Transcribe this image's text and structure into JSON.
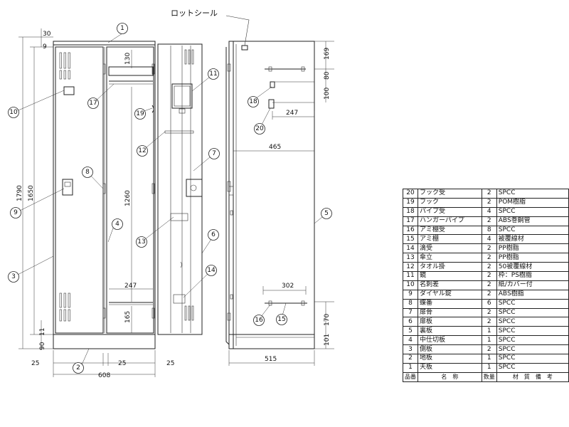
{
  "drawing": {
    "seal_label": "ロットシール",
    "front_dims": {
      "h_total": "1790",
      "h_body": "1650",
      "top_30": "30",
      "top_9": "9",
      "bottom_11": "11",
      "bottom_90": "90",
      "shelf_130": "130",
      "door_1260": "1260",
      "rail_247": "247",
      "bottom_165": "165",
      "w_25_left": "25",
      "w_25_mid": "25",
      "w_25_right": "25",
      "w_total": "608"
    },
    "side_dims": {
      "top_169": "169",
      "dim_80": "80",
      "dim_100": "100",
      "dim_247": "247",
      "depth_465": "465",
      "dim_302": "302",
      "dim_170": "170",
      "dim_101": "101",
      "depth_total": "515"
    },
    "balloons": [
      "1",
      "2",
      "3",
      "4",
      "5",
      "6",
      "7",
      "8",
      "9",
      "10",
      "11",
      "12",
      "13",
      "14",
      "15",
      "16",
      "17",
      "18",
      "19",
      "20"
    ]
  },
  "parts_table": {
    "header": {
      "no": "品番",
      "name": "名　称",
      "qty": "数量",
      "material": "材　質　備　考"
    },
    "rows": [
      {
        "no": "20",
        "name": "フック受",
        "qty": "2",
        "material": "SPCC"
      },
      {
        "no": "19",
        "name": "フック",
        "qty": "2",
        "material": "POM樹脂"
      },
      {
        "no": "18",
        "name": "パイプ受",
        "qty": "4",
        "material": "SPCC"
      },
      {
        "no": "17",
        "name": "ハンガーパイプ",
        "qty": "2",
        "material": "ABS巻鋼管"
      },
      {
        "no": "16",
        "name": "アミ棚受",
        "qty": "8",
        "material": "SPCC"
      },
      {
        "no": "15",
        "name": "アミ棚",
        "qty": "4",
        "material": "被覆線材"
      },
      {
        "no": "14",
        "name": "滴受",
        "qty": "2",
        "material": "PP樹脂"
      },
      {
        "no": "13",
        "name": "傘立",
        "qty": "2",
        "material": "PP樹脂"
      },
      {
        "no": "12",
        "name": "タオル掛",
        "qty": "2",
        "material": "50被覆線材"
      },
      {
        "no": "11",
        "name": "鏡",
        "qty": "2",
        "material": "枠：PS樹脂"
      },
      {
        "no": "10",
        "name": "名刺差",
        "qty": "2",
        "material": "紙/カバー付"
      },
      {
        "no": "9",
        "name": "ダイヤル錠",
        "qty": "2",
        "material": "ABS樹脂"
      },
      {
        "no": "8",
        "name": "蝶番",
        "qty": "6",
        "material": "SPCC"
      },
      {
        "no": "7",
        "name": "扉骨",
        "qty": "2",
        "material": "SPCC"
      },
      {
        "no": "6",
        "name": "扉板",
        "qty": "2",
        "material": "SPCC"
      },
      {
        "no": "5",
        "name": "裏板",
        "qty": "1",
        "material": "SPCC"
      },
      {
        "no": "4",
        "name": "中仕切板",
        "qty": "1",
        "material": "SPCC"
      },
      {
        "no": "3",
        "name": "側板",
        "qty": "2",
        "material": "SPCC"
      },
      {
        "no": "2",
        "name": "地板",
        "qty": "1",
        "material": "SPCC"
      },
      {
        "no": "1",
        "name": "天板",
        "qty": "1",
        "material": "SPCC"
      }
    ]
  }
}
